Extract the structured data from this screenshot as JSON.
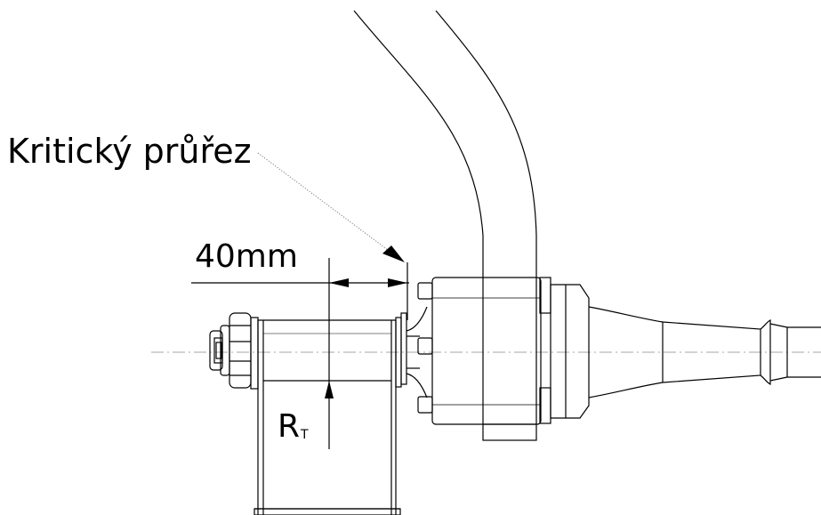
{
  "annotations": {
    "critical_section": "Kritický průřez",
    "dimension": "40mm",
    "reaction_main": "R",
    "reaction_sub": "T"
  },
  "colors": {
    "line": "#000000",
    "leader": "#555555",
    "background": "#ffffff"
  }
}
